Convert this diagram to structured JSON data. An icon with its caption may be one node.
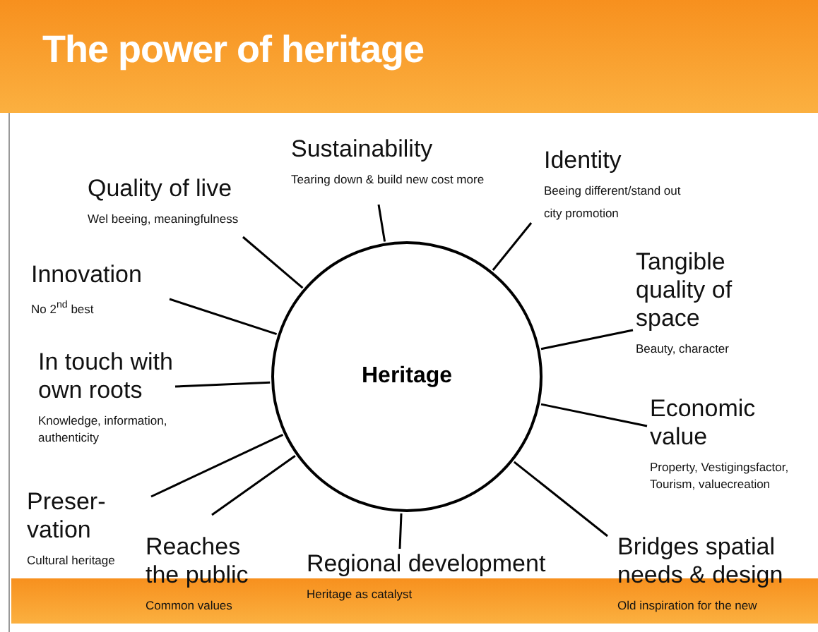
{
  "diagram": {
    "title": "The power of heritage",
    "nodes": [
      {
        "text": [
          "Heritage"
        ]
      },
      {
        "text": [
          "Sustainability",
          "Tearing down & build new cost more"
        ]
      },
      {
        "text": [
          "Identity",
          "Beeing different/stand out",
          "city promotion"
        ]
      },
      {
        "text": [
          "Quality of live",
          "Wel beeing, meaningfulness"
        ]
      },
      {
        "text": [
          "Innovation",
          "No 2$^{nd}$ best"
        ]
      },
      {
        "text": [
          "Tangible quality of space",
          "Beauty, character"
        ]
      },
      {
        "text": [
          "In touch with own roots",
          "Knowledge, information, authenticity"
        ]
      },
      {
        "text": [
          "Economic value",
          "Property, Vestigingsfactor, Tourism, valuecreation"
        ]
      },
      {
        "text": [
          "Preser- vation",
          "Cultural heritage"
        ]
      },
      {
        "text": [
          "Reaches the public",
          "Common values"
        ]
      },
      {
        "text": [
          "Regional development",
          "Heritage as catalyst"
        ]
      },
      {
        "text": [
          "Bridges spatial needs & design",
          "Old inspiration for the new"
        ]
      }
    ],
    "edges": [
      {
        "from": 0,
        "to": 1,
        "arrow": "none"
      },
      {
        "from": 0,
        "to": 2,
        "arrow": "none"
      },
      {
        "from": 0,
        "to": 3,
        "arrow": "none"
      },
      {
        "from": 0,
        "to": 4,
        "arrow": "none"
      },
      {
        "from": 0,
        "to": 5,
        "arrow": "none"
      },
      {
        "from": 0,
        "to": 6,
        "arrow": "none"
      },
      {
        "from": 0,
        "to": 7,
        "arrow": "none"
      },
      {
        "from": 0,
        "to": 8,
        "arrow": "none"
      },
      {
        "from": 0,
        "to": 9,
        "arrow": "none"
      },
      {
        "from": 0,
        "to": 10,
        "arrow": "none"
      },
      {
        "from": 0,
        "to": 11,
        "arrow": "none"
      }
    ]
  }
}
